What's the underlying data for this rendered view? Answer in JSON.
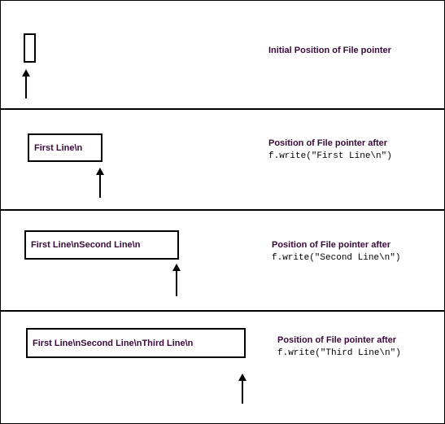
{
  "sections": [
    {
      "caption": "Initial Position of File pointer",
      "code": "",
      "content": ""
    },
    {
      "caption": "Position of File pointer after",
      "code": "f.write(\"First Line\\n\")",
      "content": "First Line\\n"
    },
    {
      "caption": "Position of File pointer after",
      "code": "f.write(\"Second Line\\n\")",
      "content": "First Line\\nSecond Line\\n"
    },
    {
      "caption": "Position of File pointer after",
      "code": "f.write(\"Third Line\\n\")",
      "content": "First Line\\nSecond Line\\nThird Line\\n"
    }
  ],
  "colors": {
    "caption_text": "#3a0a3a",
    "lines": "#000000"
  }
}
